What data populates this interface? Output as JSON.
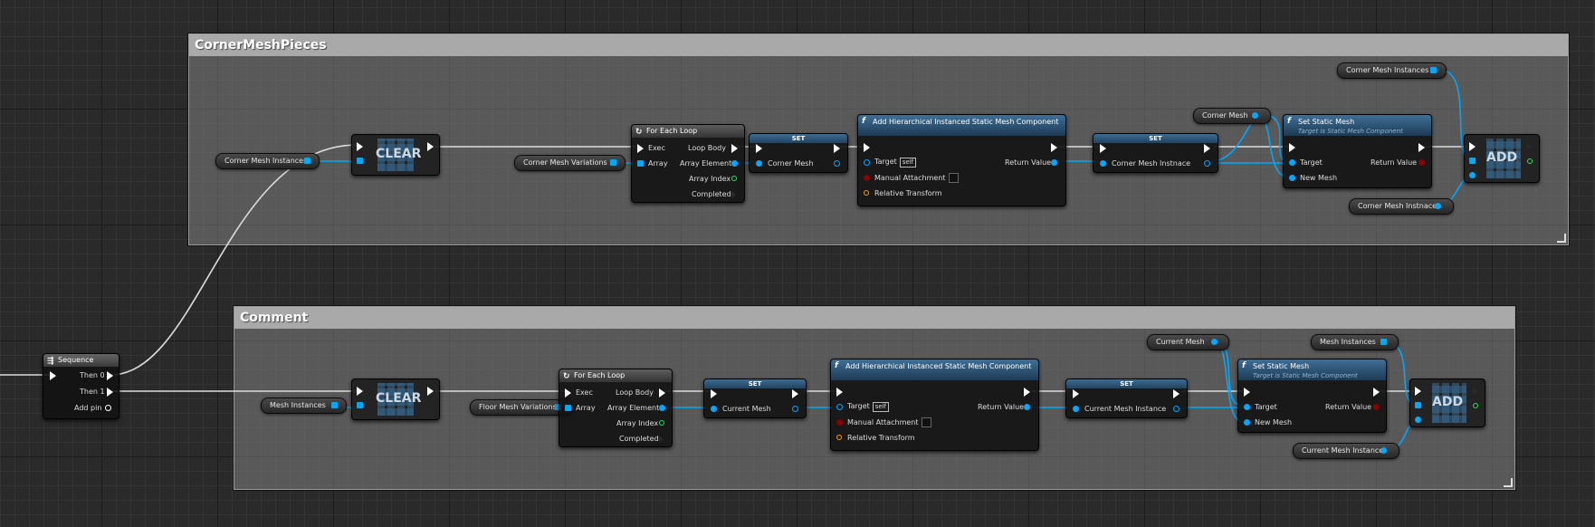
{
  "comments": {
    "top": "CornerMeshPieces",
    "bottom": "Comment"
  },
  "sequence": {
    "title": "Sequence",
    "then0": "Then 0",
    "then1": "Then 1",
    "add_pin": "Add pin"
  },
  "top": {
    "var_corner_mesh_instances": "Corner Mesh Instances",
    "clear": "CLEAR",
    "var_corner_mesh_variations": "Corner Mesh Variations",
    "foreach": {
      "title": "For Each Loop",
      "exec": "Exec",
      "array": "Array",
      "loop_body": "Loop Body",
      "array_element": "Array Element",
      "array_index": "Array Index",
      "completed": "Completed"
    },
    "set1": {
      "title": "SET",
      "pin": "Corner Mesh"
    },
    "add_hism": {
      "title": "Add Hierarchical Instanced Static Mesh Component",
      "target": "Target",
      "self": "self",
      "return_value": "Return Value",
      "manual_attachment": "Manual Attachment",
      "relative_transform": "Relative Transform"
    },
    "set2": {
      "title": "SET",
      "pin": "Corner Mesh Instnace"
    },
    "var_corner_mesh": "Corner Mesh",
    "set_static_mesh": {
      "title": "Set Static Mesh",
      "subtitle": "Target is Static Mesh Component",
      "target": "Target",
      "new_mesh": "New Mesh",
      "return_value": "Return Value"
    },
    "var_corner_mesh_instances_2": "Corner Mesh Instances",
    "var_corner_mesh_instnace": "Corner Mesh Instnace",
    "add": "ADD"
  },
  "bottom": {
    "var_mesh_instances": "Mesh Instances",
    "clear": "CLEAR",
    "var_floor_mesh_variations": "Floor Mesh Variations",
    "foreach": {
      "title": "For Each Loop",
      "exec": "Exec",
      "array": "Array",
      "loop_body": "Loop Body",
      "array_element": "Array Element",
      "array_index": "Array Index",
      "completed": "Completed"
    },
    "set1": {
      "title": "SET",
      "pin": "Current Mesh"
    },
    "add_hism": {
      "title": "Add Hierarchical Instanced Static Mesh Component",
      "target": "Target",
      "self": "self",
      "return_value": "Return Value",
      "manual_attachment": "Manual Attachment",
      "relative_transform": "Relative Transform"
    },
    "set2": {
      "title": "SET",
      "pin": "Current Mesh Instance"
    },
    "var_current_mesh": "Current Mesh",
    "set_static_mesh": {
      "title": "Set Static Mesh",
      "subtitle": "Target is Static Mesh Component",
      "target": "Target",
      "new_mesh": "New Mesh",
      "return_value": "Return Value"
    },
    "var_mesh_instances_2": "Mesh Instances",
    "var_current_mesh_instance": "Current Mesh Instance",
    "add": "ADD"
  },
  "colors": {
    "object_pin": "#00a8ff",
    "exec_pin": "#ffffff",
    "int_pin": "#23e35b",
    "bool_pin": "#8b0000",
    "transform_pin": "#ff9a00",
    "grid_bg": "#2a2a2a"
  }
}
